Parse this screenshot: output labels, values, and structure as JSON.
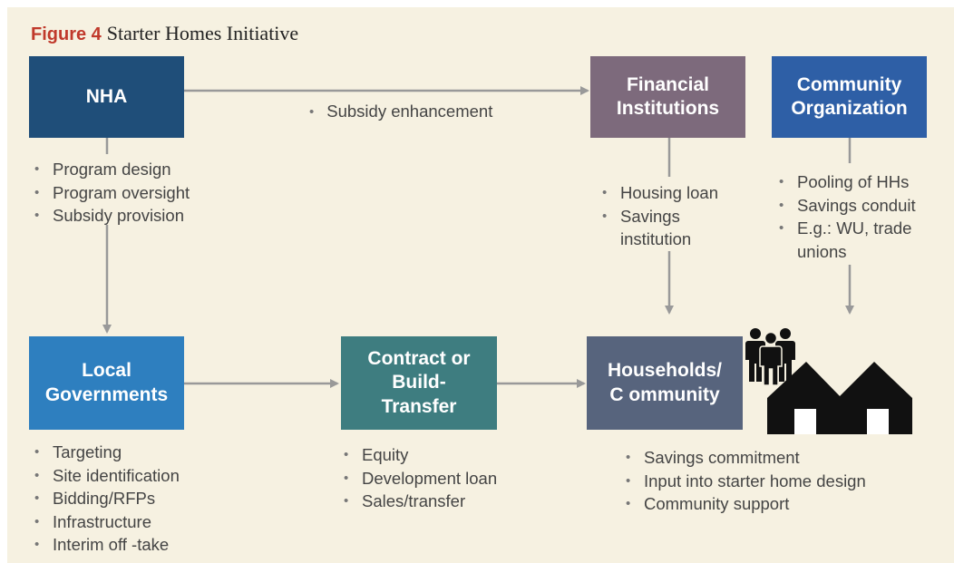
{
  "figure": {
    "label": "Figure 4",
    "title": "Starter Homes Initiative"
  },
  "colors": {
    "nha": "#1f4e79",
    "financial": "#7d6a7c",
    "community_org": "#2e5fa6",
    "local_gov": "#2e7fbf",
    "contract": "#3e7d80",
    "households": "#57647d",
    "arrow": "#999999",
    "background": "#f6f1e1"
  },
  "nodes": {
    "nha": "NHA",
    "financial": "Financial\nInstitutions",
    "community_org": "Community\nOrganization",
    "local_gov": "Local\nGovernments",
    "contract": "Contract or\nBuild-\nTransfer",
    "households": "Households/\nC ommunity"
  },
  "edge_labels": {
    "nha_to_financial": "Subsidy enhancement"
  },
  "bullets": {
    "nha": [
      "Program design",
      "Program oversight",
      "Subsidy provision"
    ],
    "financial": [
      "Housing loan",
      "Savings\ninstitution"
    ],
    "community_org": [
      "Pooling of HHs",
      "Savings conduit",
      "E.g.: WU, trade\nunions"
    ],
    "local_gov": [
      "Targeting",
      "Site identification",
      "Bidding/RFPs",
      "Infrastructure",
      "Interim off -take"
    ],
    "contract": [
      "Equity",
      "Development loan",
      "Sales/transfer"
    ],
    "households": [
      "Savings commitment",
      "Input into starter home design",
      "Community support"
    ]
  },
  "icons": [
    "people-icon",
    "houses-icon"
  ]
}
